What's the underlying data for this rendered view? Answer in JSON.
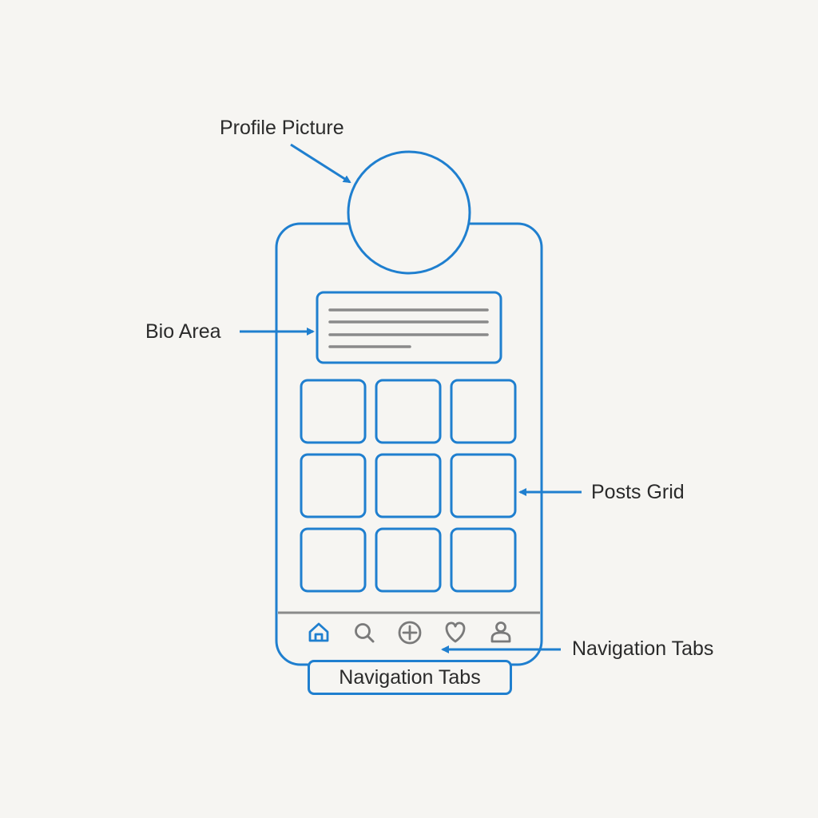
{
  "colors": {
    "background": "#f6f5f2",
    "outline": "#1f7fcf",
    "text": "#2b2b2b",
    "bio_lines": "#8a8a8a",
    "divider": "#8a8a8a",
    "icon_active": "#1f7fcf",
    "icon_inactive": "#7a7a7a"
  },
  "callouts": {
    "profile_picture": "Profile Picture",
    "bio_area": "Bio Area",
    "posts_grid": "Posts Grid",
    "navigation_tabs": "Navigation Tabs"
  },
  "nav_label_box": "Navigation Tabs",
  "nav_icons": [
    "home-icon",
    "search-icon",
    "add-circle-icon",
    "heart-icon",
    "profile-icon"
  ],
  "posts_grid": {
    "rows": 3,
    "columns": 3
  }
}
